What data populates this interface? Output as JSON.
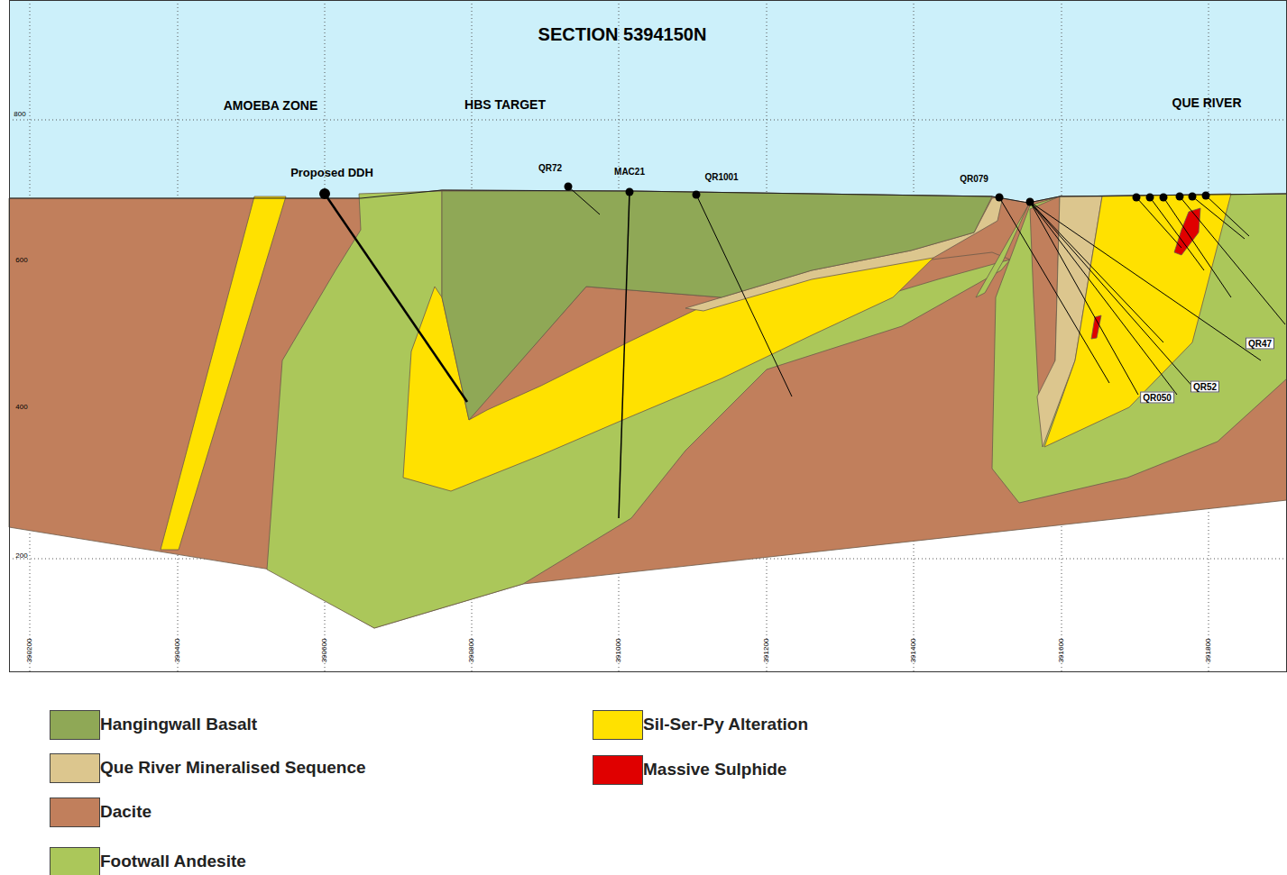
{
  "diagram": {
    "title": "SECTION 5394150N",
    "labels": [
      "AMOEBA ZONE",
      "HBS TARGET",
      "QUE RIVER",
      "Proposed DDH",
      "QR72",
      "MAC21",
      "QR1001",
      "QR079",
      "QR47",
      "QR52",
      "QR050",
      "800",
      "600",
      "400",
      "200",
      "390200",
      "390400",
      "390600",
      "390800",
      "391000",
      "391200",
      "391400",
      "391600",
      "391800"
    ],
    "legend": [
      {
        "text": "Hangingwall Basalt",
        "color": "#8fa856"
      },
      {
        "text": "Que River Mineralised Sequence",
        "color": "#dcc68e"
      },
      {
        "text": "Dacite",
        "color": "#c17f5c"
      },
      {
        "text": "Footwall Andesite",
        "color": "#abc75a"
      },
      {
        "text": "Sil-Ser-Py Alteration",
        "color": "#ffe100"
      },
      {
        "text": "Massive Sulphide",
        "color": "#e00000"
      }
    ]
  }
}
